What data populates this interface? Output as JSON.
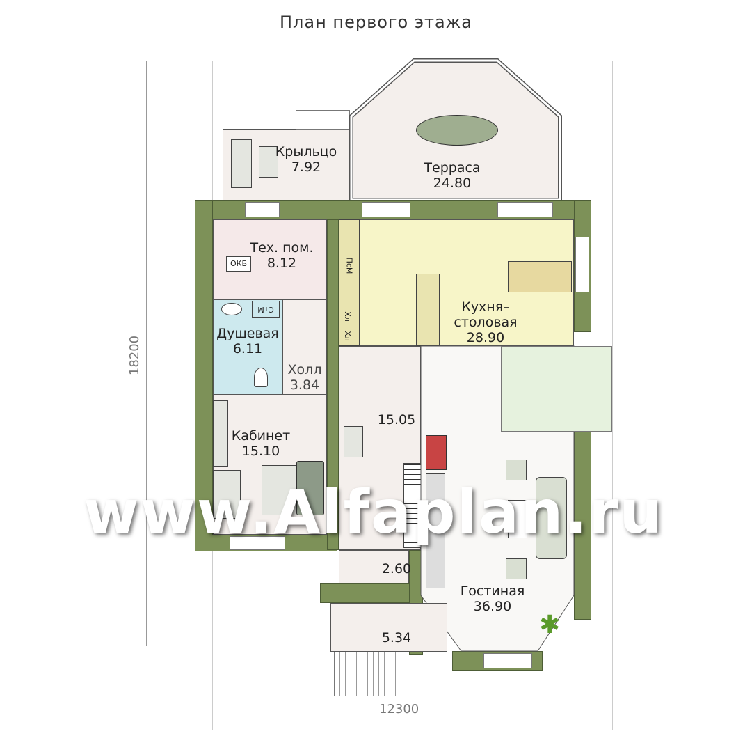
{
  "title": "План первого этажа",
  "watermark": "www.Alfaplan.ru",
  "dimensions": {
    "width": "12300",
    "height": "18200"
  },
  "rooms": {
    "porch": {
      "name": "Крыльцо",
      "area": "7.92"
    },
    "terrace": {
      "name": "Терраса",
      "area": "24.80"
    },
    "tech": {
      "name": "Тех. пом.",
      "area": "8.12"
    },
    "kitchen": {
      "name": "Кухня–\nстоловая",
      "name1": "Кухня–",
      "name2": "столовая",
      "area": "28.90"
    },
    "shower": {
      "name": "Душевая",
      "area": "6.11"
    },
    "hall": {
      "name": "Холл",
      "area": "3.84"
    },
    "corridor": {
      "area": "15.05"
    },
    "study": {
      "name": "Кабинет",
      "area": "15.10"
    },
    "closet": {
      "area": "2.60"
    },
    "vestibule": {
      "area": "5.34"
    },
    "living": {
      "name": "Гостиная",
      "area": "36.90"
    }
  },
  "equipment": {
    "boiler": "ОКБ",
    "washer": "СтМ",
    "dishwasher": "ПсМ",
    "fridge1": "Хл",
    "fridge2": "Хл"
  },
  "colors": {
    "wall": "#7d9158",
    "kitchen": "#f7f5c8",
    "shower": "#cde9ee",
    "tech": "#f5e9e9",
    "floor": "#f4efec",
    "stairs": "#e6f2de"
  }
}
